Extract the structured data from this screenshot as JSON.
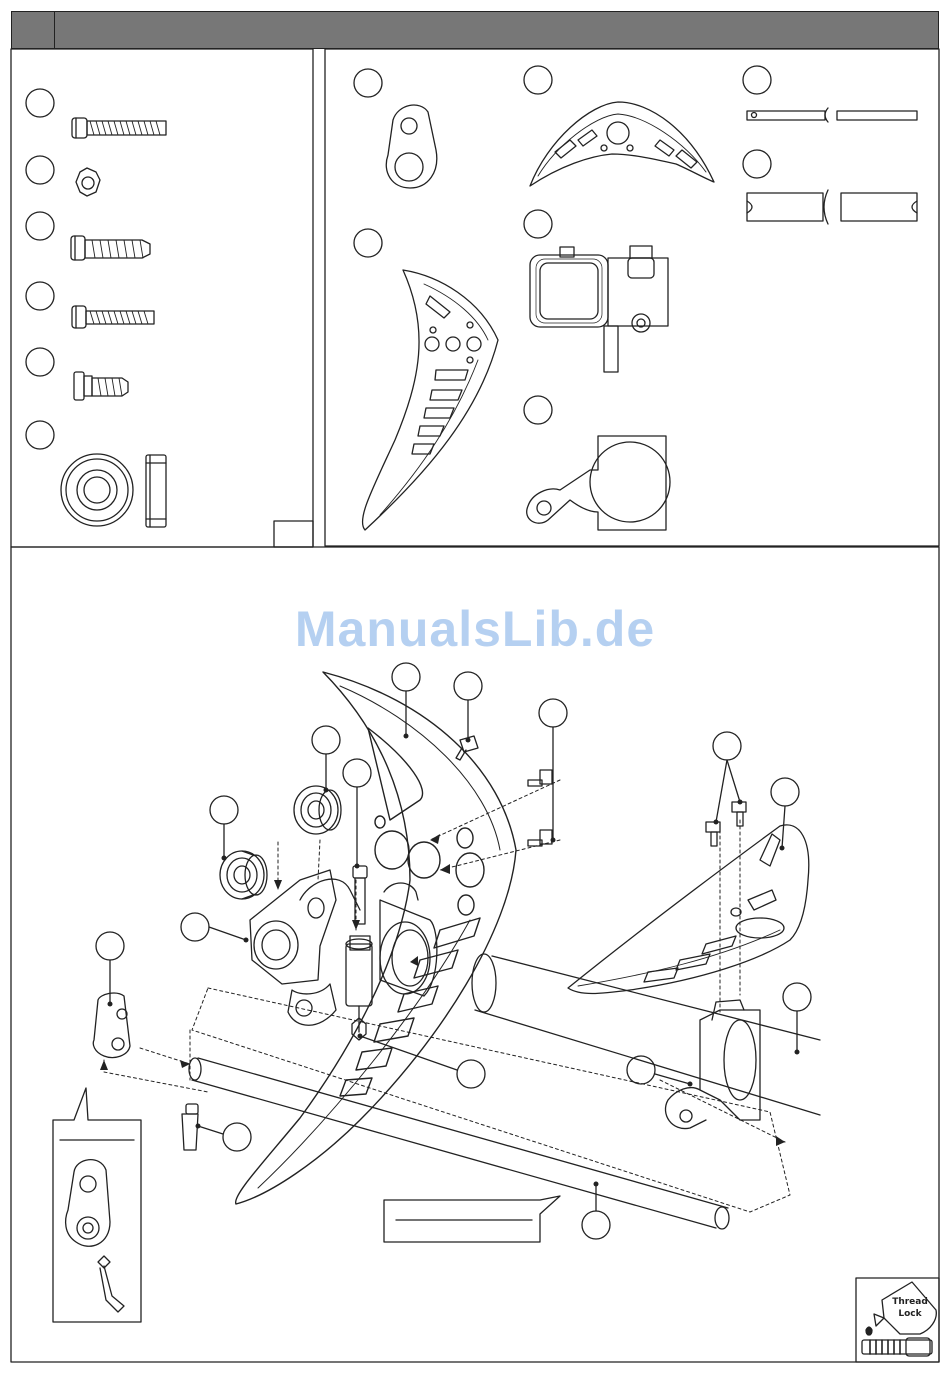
{
  "page": {
    "header_color": "#777777",
    "line_color": "#222222"
  },
  "watermark": {
    "text": "ManualsLib.de",
    "color": "#a9c8ef"
  },
  "thread_lock": {
    "line1": "Thread",
    "line2": "Lock"
  },
  "parts_box_small": {
    "items": [
      {
        "icon": "socket-head-bolt-icon"
      },
      {
        "icon": "hex-nut-icon"
      },
      {
        "icon": "self-tapping-screw-icon"
      },
      {
        "icon": "long-socket-bolt-icon"
      },
      {
        "icon": "flange-screw-icon"
      },
      {
        "icon": "ball-bearing-icon"
      }
    ]
  },
  "parts_box_large": {
    "items": [
      {
        "icon": "tail-link-plate-icon"
      },
      {
        "icon": "tail-fin-plate-icon"
      },
      {
        "icon": "carbon-rod-icon"
      },
      {
        "icon": "boom-tube-icon"
      },
      {
        "icon": "vertical-fin-icon"
      },
      {
        "icon": "tail-gearbox-case-icon"
      },
      {
        "icon": "boom-clamp-icon"
      }
    ]
  }
}
